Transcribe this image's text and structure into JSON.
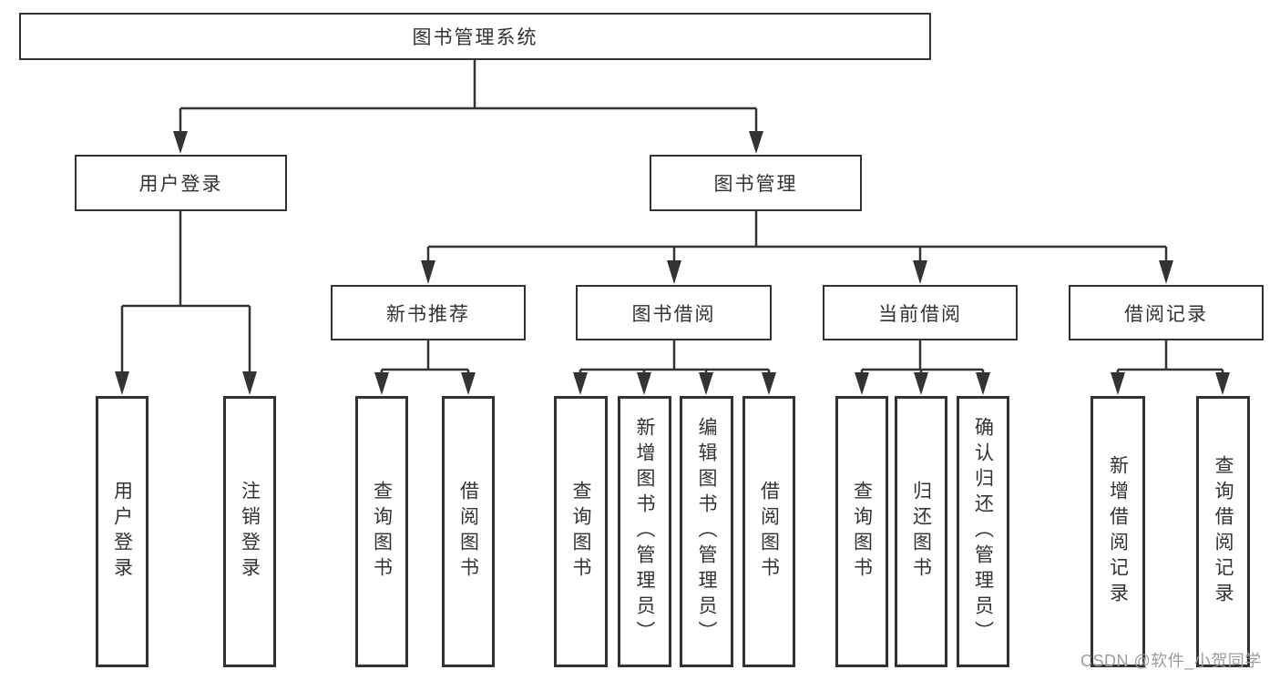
{
  "diagram_title": "图书管理系统",
  "tree": {
    "label": "图书管理系统",
    "children": [
      {
        "label": "用户登录",
        "children": [
          {
            "label": "用户登录"
          },
          {
            "label": "注销登录"
          }
        ]
      },
      {
        "label": "图书管理",
        "children": [
          {
            "label": "新书推荐",
            "children": [
              {
                "label": "查询图书"
              },
              {
                "label": "借阅图书"
              }
            ]
          },
          {
            "label": "图书借阅",
            "children": [
              {
                "label": "查询图书"
              },
              {
                "label": "新增图书（管理员）"
              },
              {
                "label": "编辑图书（管理员）"
              },
              {
                "label": "借阅图书"
              }
            ]
          },
          {
            "label": "当前借阅",
            "children": [
              {
                "label": "查询图书"
              },
              {
                "label": "归还图书"
              },
              {
                "label": "确认归还（管理员）"
              }
            ]
          },
          {
            "label": "借阅记录",
            "children": [
              {
                "label": "新增借阅记录"
              },
              {
                "label": "查询借阅记录"
              }
            ]
          }
        ]
      }
    ]
  },
  "watermark": "CSDN @软件_小贺同学",
  "colors": {
    "line": "#333333",
    "text": "#333333",
    "background": "#ffffff",
    "watermark": "#9c9c9c"
  }
}
